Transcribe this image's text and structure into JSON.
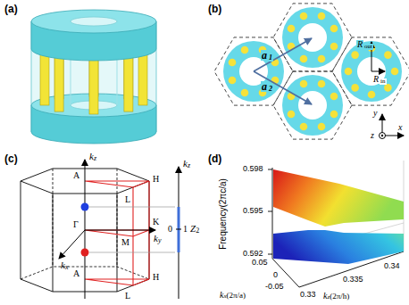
{
  "diagram": {
    "labels": [
      "(a)",
      "(b)",
      "a",
      "1",
      "a",
      "2",
      "R",
      "out",
      "R",
      "in",
      "y",
      "x",
      "z",
      "(c)",
      "k",
      "z",
      "A",
      "L",
      "H",
      "Γ",
      "M",
      "K",
      "A",
      "L",
      "H",
      "k",
      "y",
      "k",
      "x",
      "k",
      "z",
      "0",
      "1",
      "Z",
      "2",
      "(d)",
      "Frequency(2πc/a)",
      "0.598",
      "0.595",
      "0.592",
      "0.05",
      "0",
      "-0.05",
      "k",
      "x",
      "(2π/a)",
      "0.33",
      "0.335",
      "0.34",
      "k",
      "z",
      "(2π/h)"
    ]
  }
}
